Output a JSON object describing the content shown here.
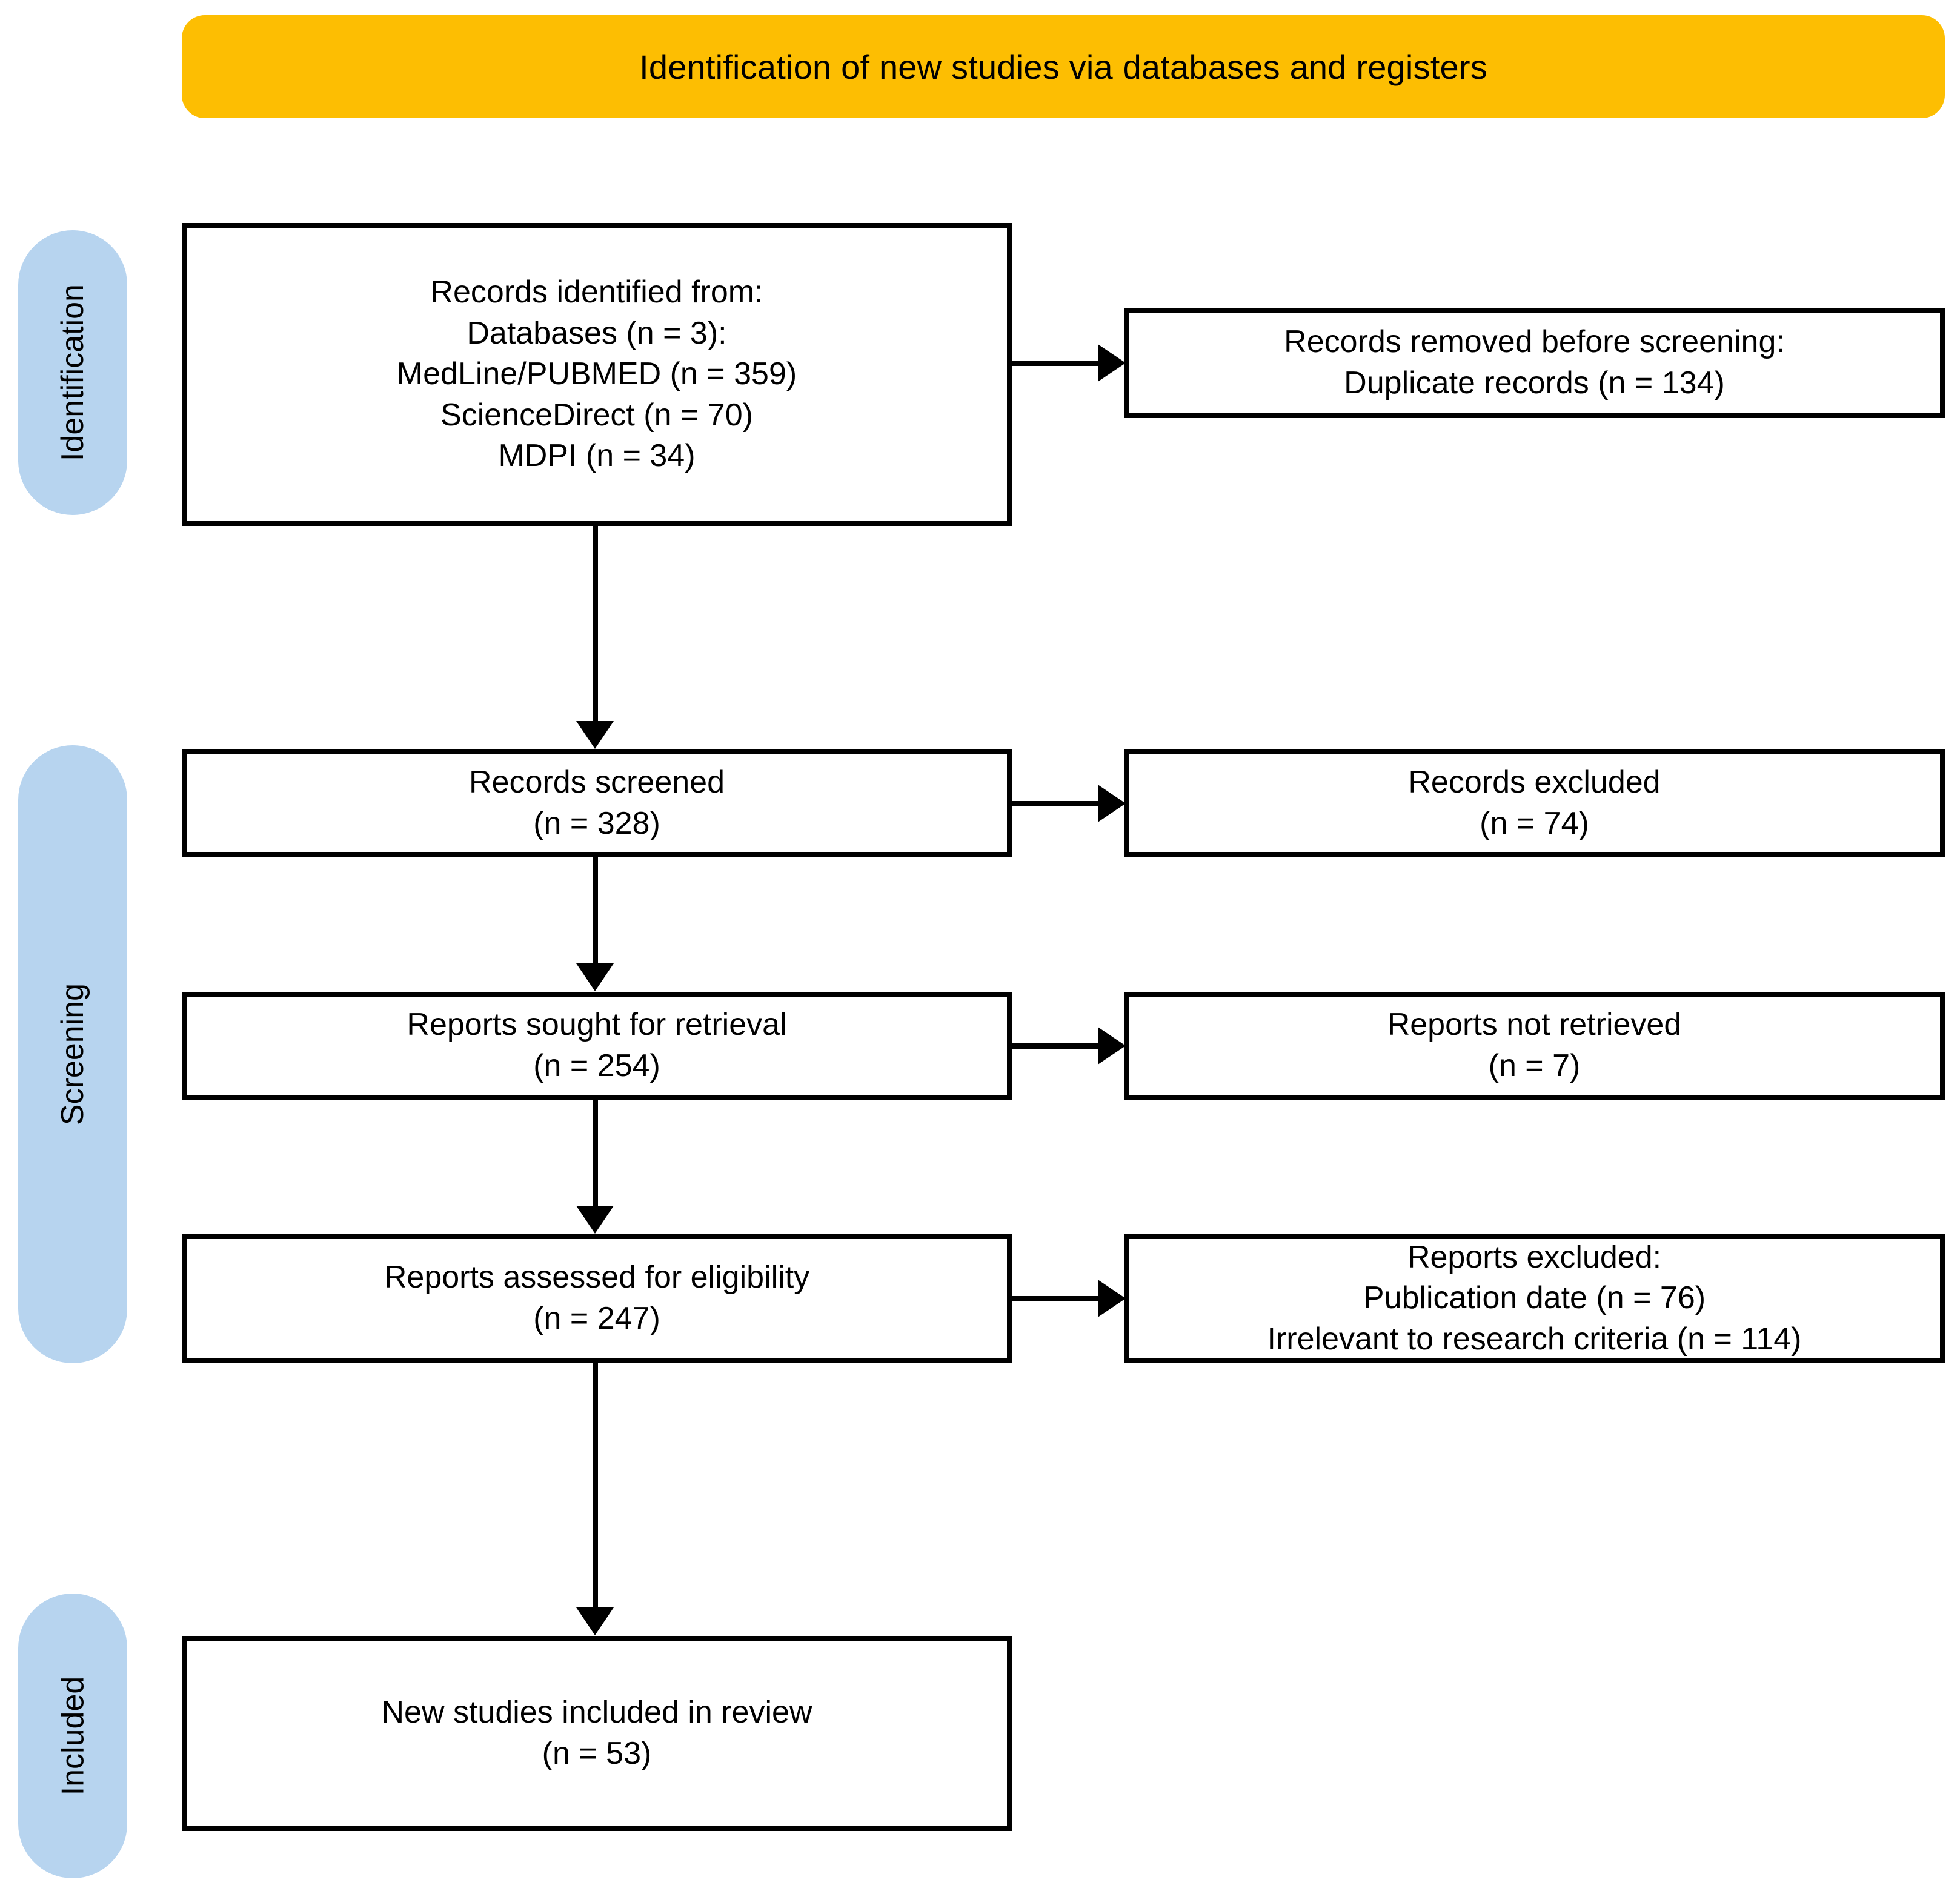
{
  "diagram": {
    "type": "prisma-flow-diagram",
    "title": "Identification of new studies via databases and registers",
    "colors": {
      "banner": "#FDBE02",
      "stage_pill": "#B7D4EF",
      "box_border": "#000000",
      "box_fill": "#FFFFFF",
      "text": "#000000",
      "background": "#FFFFFF"
    }
  },
  "banner": {
    "title": "Identification of new studies via databases and registers"
  },
  "stages": [
    {
      "id": "identification",
      "label": "Identification"
    },
    {
      "id": "screening",
      "label": "Screening"
    },
    {
      "id": "included",
      "label": "Included"
    }
  ],
  "boxes": {
    "identified": {
      "name": "Records identified from databases",
      "lines": [
        "Records identified from:",
        "Databases (n = 3):",
        "MedLine/PUBMED (n = 359)",
        "ScienceDirect (n = 70)",
        "MDPI (n = 34)"
      ]
    },
    "removed": {
      "name": "Records removed before screening",
      "lines": [
        "Records removed before screening:",
        "Duplicate records (n = 134)"
      ]
    },
    "screened": {
      "name": "Records screened",
      "lines": [
        "Records screened",
        "(n = 328)"
      ]
    },
    "excluded_records": {
      "name": "Records excluded",
      "lines": [
        "Records excluded",
        "(n = 74)"
      ]
    },
    "sought": {
      "name": "Reports sought for retrieval",
      "lines": [
        "Reports sought for retrieval",
        "(n = 254)"
      ]
    },
    "not_retrieved": {
      "name": "Reports not retrieved",
      "lines": [
        "Reports not retrieved",
        "(n = 7)"
      ]
    },
    "assessed": {
      "name": "Reports assessed for eligibility",
      "lines": [
        "Reports assessed for eligibility",
        "(n = 247)"
      ]
    },
    "excluded_reports": {
      "name": "Reports excluded",
      "lines": [
        "Reports excluded:",
        "Publication date (n = 76)",
        "Irrelevant to research criteria (n = 114)"
      ]
    },
    "included": {
      "name": "New studies included in review",
      "lines": [
        "New studies included in review",
        "(n = 53)"
      ]
    }
  },
  "counts": {
    "databases": 3,
    "medline_pubmed": 359,
    "sciencedirect": 70,
    "mdpi": 34,
    "duplicate_records_removed": 134,
    "records_screened": 328,
    "records_excluded": 74,
    "reports_sought": 254,
    "reports_not_retrieved": 7,
    "reports_assessed": 247,
    "excluded_publication_date": 76,
    "excluded_irrelevant": 114,
    "new_studies_included": 53
  }
}
